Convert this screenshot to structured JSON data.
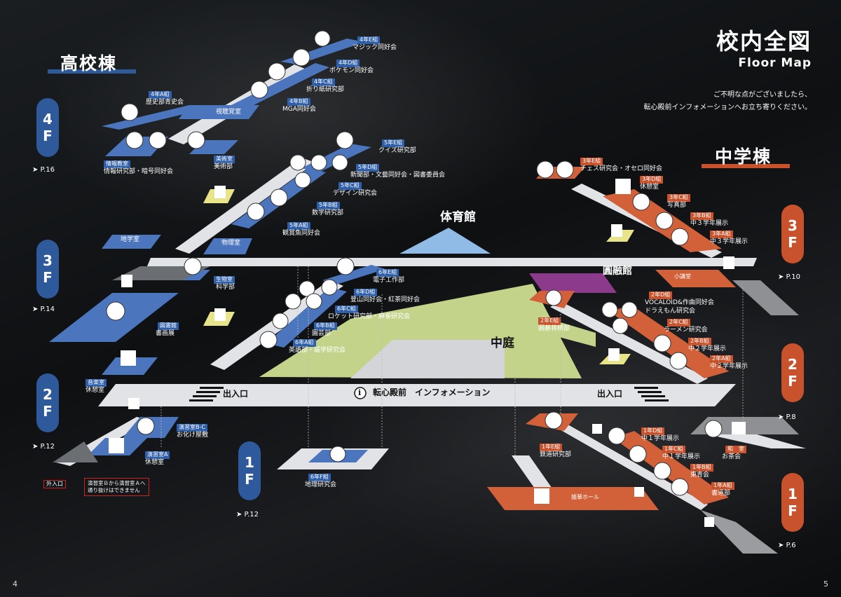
{
  "header": {
    "title": "校内全図",
    "subtitle": "Floor Map",
    "notice_line1": "ご不明な点がございましたら、",
    "notice_line2": "転心殿前インフォメーションへお立ち寄りください。"
  },
  "buildings": {
    "high_school": "高校棟",
    "middle_school": "中学棟"
  },
  "floors_left": {
    "f4": {
      "num": "4",
      "f": "F",
      "ref": "➤ P.16"
    },
    "f3": {
      "num": "3",
      "f": "F",
      "ref": "➤ P.14"
    },
    "f2": {
      "num": "2",
      "f": "F",
      "ref": "➤ P.12"
    },
    "f1": {
      "num": "1",
      "f": "F",
      "ref": "➤ P.12"
    }
  },
  "floors_right": {
    "f3": {
      "num": "3",
      "f": "F",
      "ref": "➤ P.10"
    },
    "f2": {
      "num": "2",
      "f": "F",
      "ref": "➤ P.8"
    },
    "f1": {
      "num": "1",
      "f": "F",
      "ref": "➤ P.6"
    }
  },
  "zones": {
    "gym": "体育館",
    "enyukan": "圓融館",
    "courtyard": "中庭",
    "entrance_left": "出入口",
    "entrance_right": "出入口",
    "info": "転心殿前　インフォメーション",
    "info_icon": "i"
  },
  "hs_rooms": {
    "r4e": {
      "tag": "4年E組",
      "name": "マジック同好会"
    },
    "r4d": {
      "tag": "4年D組",
      "name": "ポケモン同好会"
    },
    "r4c": {
      "tag": "4年C組",
      "name": "折り紙研究部"
    },
    "r4b": {
      "tag": "4年B組",
      "name": "MGA同好会"
    },
    "r4a": {
      "tag": "4年A組",
      "name": "歴史部青史会"
    },
    "av": {
      "name": "視聴覚室"
    },
    "info_room": {
      "tag": "情報教室",
      "name": "情報研究部・暗号同好会"
    },
    "art": {
      "tag": "美術室",
      "name": "美術部"
    },
    "r5e": {
      "tag": "5年E組",
      "name": "クイズ研究部"
    },
    "r5d": {
      "tag": "5年D組",
      "name": "新聞部・文藝同好会・図書委員会"
    },
    "r5c": {
      "tag": "5年C組",
      "name": "デザイン研究会"
    },
    "r5b": {
      "tag": "5年B組",
      "name": "数学研究部"
    },
    "r5a": {
      "tag": "5年A組",
      "name": "観賞魚同好会"
    },
    "geo": {
      "name": "地学室"
    },
    "phys": {
      "name": "物理室"
    },
    "bio": {
      "tag": "生物室",
      "name": "科学部"
    },
    "lib": {
      "tag": "図書館",
      "name": "書画展"
    },
    "r6e": {
      "tag": "6年E組",
      "name": "電子工作部"
    },
    "r6d": {
      "tag": "6年D組",
      "name": "登山同好会・紅茶同好会"
    },
    "r6c": {
      "tag": "6年C組",
      "name": "ロケット研究部・麻雀研究会"
    },
    "r6b": {
      "tag": "6年B組",
      "name": "園芸部"
    },
    "r6a": {
      "tag": "6年A組",
      "name": "英語部・謡学研究会"
    },
    "music": {
      "tag": "音楽室",
      "name": "休憩室"
    },
    "pracbc": {
      "tag": "演習室B-C",
      "name": "お化け屋敷"
    },
    "praca": {
      "tag": "演習室A",
      "name": "休憩室"
    },
    "r6f": {
      "tag": "6年F組",
      "name": "地理研究会"
    },
    "outside": "外入口",
    "warn_line1": "演習室Ｂから演習室Ａへ",
    "warn_line2": "通り抜けはできません"
  },
  "ms_rooms": {
    "m3e": {
      "tag": "3年E組",
      "name": "チェス研究会・オセロ同好会"
    },
    "m3d": {
      "tag": "3年D組",
      "name": "休憩室"
    },
    "m3c": {
      "tag": "3年C組",
      "name": "写真部"
    },
    "m3b": {
      "tag": "3年B組",
      "name": "中３学年展示"
    },
    "m3a": {
      "tag": "3年A組",
      "name": "中３学年展示"
    },
    "small_hall": {
      "name": "小講堂"
    },
    "m2d": {
      "tag": "2年D組",
      "name": "VOCALOID&作曲同好会"
    },
    "m2d2": {
      "name": "ドラえもん研究会"
    },
    "m2e": {
      "tag": "2年E組",
      "name": "囲碁将棋部"
    },
    "m2c": {
      "tag": "2年C組",
      "name": "ラーメン研究会"
    },
    "m2b": {
      "tag": "2年B組",
      "name": "中２学年展示"
    },
    "m2a": {
      "tag": "2年A組",
      "name": "中２学年展示"
    },
    "m1d": {
      "tag": "1年D組",
      "name": "中１学年展示"
    },
    "m1c": {
      "tag": "1年C組",
      "name": "中１学年展示"
    },
    "m1b": {
      "tag": "1年B組",
      "name": "東青会"
    },
    "m1a": {
      "tag": "1年A組",
      "name": "書道部"
    },
    "m1e": {
      "tag": "1年E組",
      "name": "鉄道研究部"
    },
    "japanese": {
      "tag": "和　室",
      "name": "お茶会"
    },
    "dining": {
      "name": "雑華ホール"
    }
  },
  "pages": {
    "left": "4",
    "right": "5"
  },
  "colors": {
    "hs_floor": "#4b75bd",
    "ms_floor": "#d2613a",
    "corridor": "#e1e3e6",
    "courtyard": "#c3d48a",
    "gym": "#8fbbe6",
    "enyukan": "#8b3a8c",
    "toilet": "#e8e48a"
  }
}
